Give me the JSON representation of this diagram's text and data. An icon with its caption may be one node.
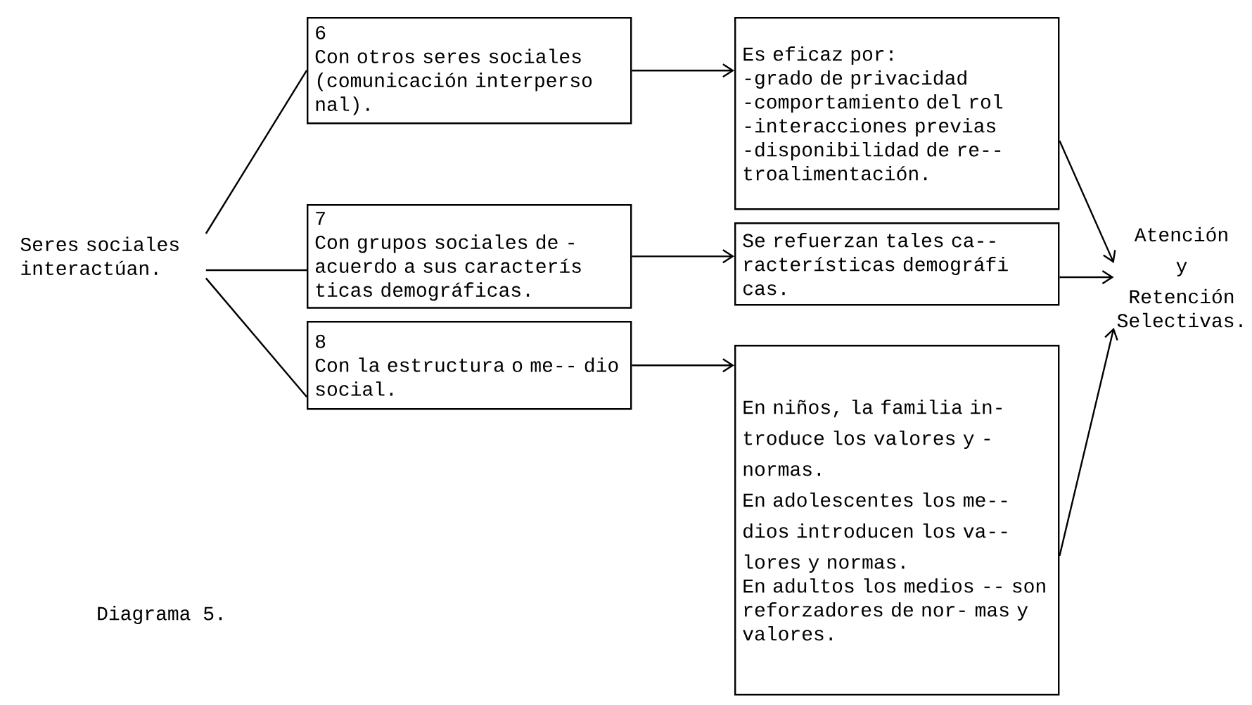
{
  "diagram": {
    "caption": "Diagrama 5.",
    "nodes": [
      {
        "text": [
          "Seres sociales interactúan."
        ]
      },
      {
        "text": [
          "6",
          "Con otros seres sociales (comunicación interperso nal)."
        ]
      },
      {
        "text": [
          "7",
          "Con grupos sociales de - acuerdo a sus caracterís ticas demográficas."
        ]
      },
      {
        "text": [
          "8",
          "Con la estructura o me-- dio social."
        ]
      },
      {
        "text": [
          "Es eficaz por:",
          "-grado de privacidad",
          "-comportamiento del rol",
          "-interacciones previas",
          "-disponibilidad de re-- troalimentación."
        ]
      },
      {
        "text": [
          "Se refuerzan tales ca-- racterísticas demográfi cas."
        ]
      },
      {
        "text": [
          "En niños, la familia in- troduce los valores y - normas.",
          "En adolescentes los me-- dios introducen los va-- lores y normas.",
          "En adultos los medios -- son reforzadores de nor- mas y valores."
        ]
      },
      {
        "text": [
          "Atención",
          "y",
          "Retención",
          "Selectivas."
        ]
      }
    ],
    "edges": [
      {
        "from": 0,
        "to": 1,
        "arrow": "none"
      },
      {
        "from": 0,
        "to": 2,
        "arrow": "none"
      },
      {
        "from": 0,
        "to": 3,
        "arrow": "none"
      },
      {
        "from": 1,
        "to": 4,
        "arrow": "to"
      },
      {
        "from": 2,
        "to": 5,
        "arrow": "to"
      },
      {
        "from": 3,
        "to": 6,
        "arrow": "to"
      },
      {
        "from": 4,
        "to": 7,
        "arrow": "to"
      },
      {
        "from": 5,
        "to": 7,
        "arrow": "to"
      },
      {
        "from": 6,
        "to": 7,
        "arrow": "to"
      }
    ]
  }
}
